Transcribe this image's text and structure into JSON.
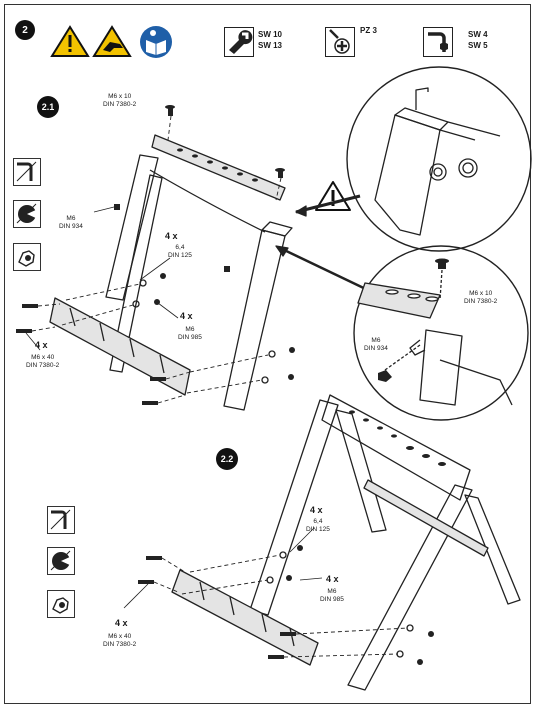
{
  "step": "2",
  "substeps": [
    "2.1",
    "2.2"
  ],
  "tools": [
    {
      "lines": [
        "SW 10",
        "SW 13"
      ],
      "icon": "wrench-icon"
    },
    {
      "lines": [
        "PZ 3"
      ],
      "icon": "screwdriver-icon"
    },
    {
      "lines": [
        "SW 4",
        "SW 5"
      ],
      "icon": "hex-key-icon"
    }
  ],
  "labels": {
    "bolt_top": [
      "M6 x 10",
      "DIN 7380-2"
    ],
    "nut_top": [
      "M6",
      "DIN 934"
    ],
    "washer_qty": "4 x",
    "washer": [
      "6,4",
      "DIN 125"
    ],
    "locknut_qty": "4 x",
    "locknut": [
      "M6",
      "DIN 985"
    ],
    "screw_qty": "4 x",
    "screw": [
      "M6 x 40",
      "DIN 7380-2"
    ],
    "detail_bolt": [
      "M6 x 10",
      "DIN 7380-2"
    ],
    "detail_nut": [
      "M6",
      "DIN 934"
    ],
    "b_washer_qty": "4 x",
    "b_washer": [
      "6,4",
      "DIN 125"
    ],
    "b_locknut_qty": "4 x",
    "b_locknut": [
      "M6",
      "DIN 985"
    ],
    "b_screw_qty": "4 x",
    "b_screw": [
      "M6 x 40",
      "DIN 7380-2"
    ]
  }
}
